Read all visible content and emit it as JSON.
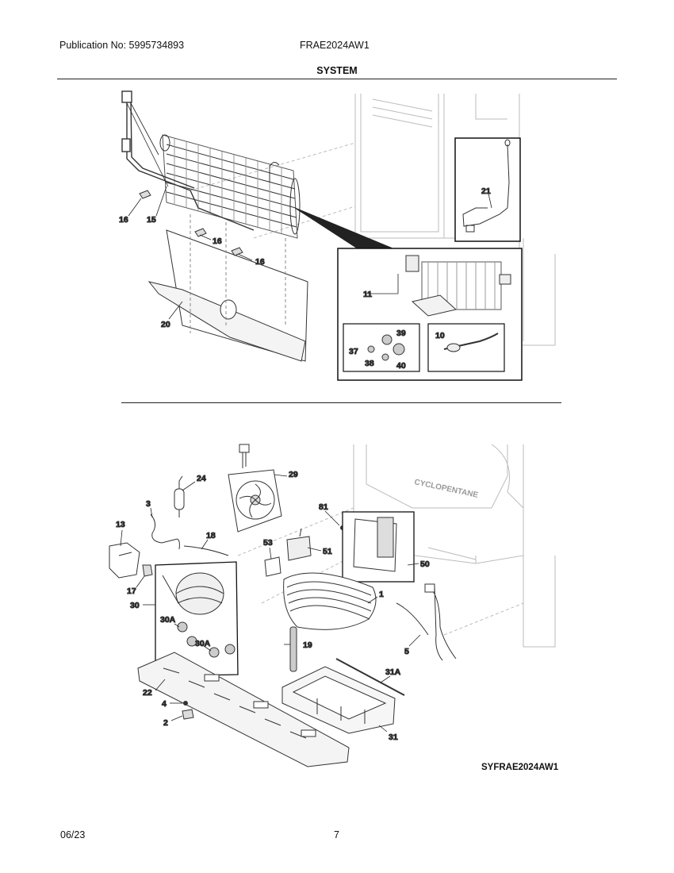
{
  "header": {
    "publication": "Publication No: 5995734893",
    "model": "FRAE2024AW1",
    "section_title": "SYSTEM"
  },
  "diagram_code": "SYFRAE2024AW1",
  "footer": {
    "date": "06/23",
    "page": "7"
  },
  "top_diagram_labels": {
    "p16a": "16",
    "p15": "15",
    "p16b": "16",
    "p16c": "16",
    "p20": "20",
    "p21": "21",
    "p11": "11",
    "p10": "10",
    "p39": "39",
    "p37": "37",
    "p38": "38",
    "p40": "40"
  },
  "bottom_diagram_labels": {
    "p24": "24",
    "p29": "29",
    "p3": "3",
    "p13": "13",
    "p18": "18",
    "p81": "81",
    "p53": "53",
    "p51": "51",
    "p50": "50",
    "p17": "17",
    "p30": "30",
    "p30a1": "30A",
    "p30a2": "30A",
    "p1": "1",
    "p19": "19",
    "p5": "5",
    "p31a": "31A",
    "p22": "22",
    "p4": "4",
    "p2": "2",
    "p31": "31",
    "cabinet_text": "CYCLOPENTANE"
  }
}
